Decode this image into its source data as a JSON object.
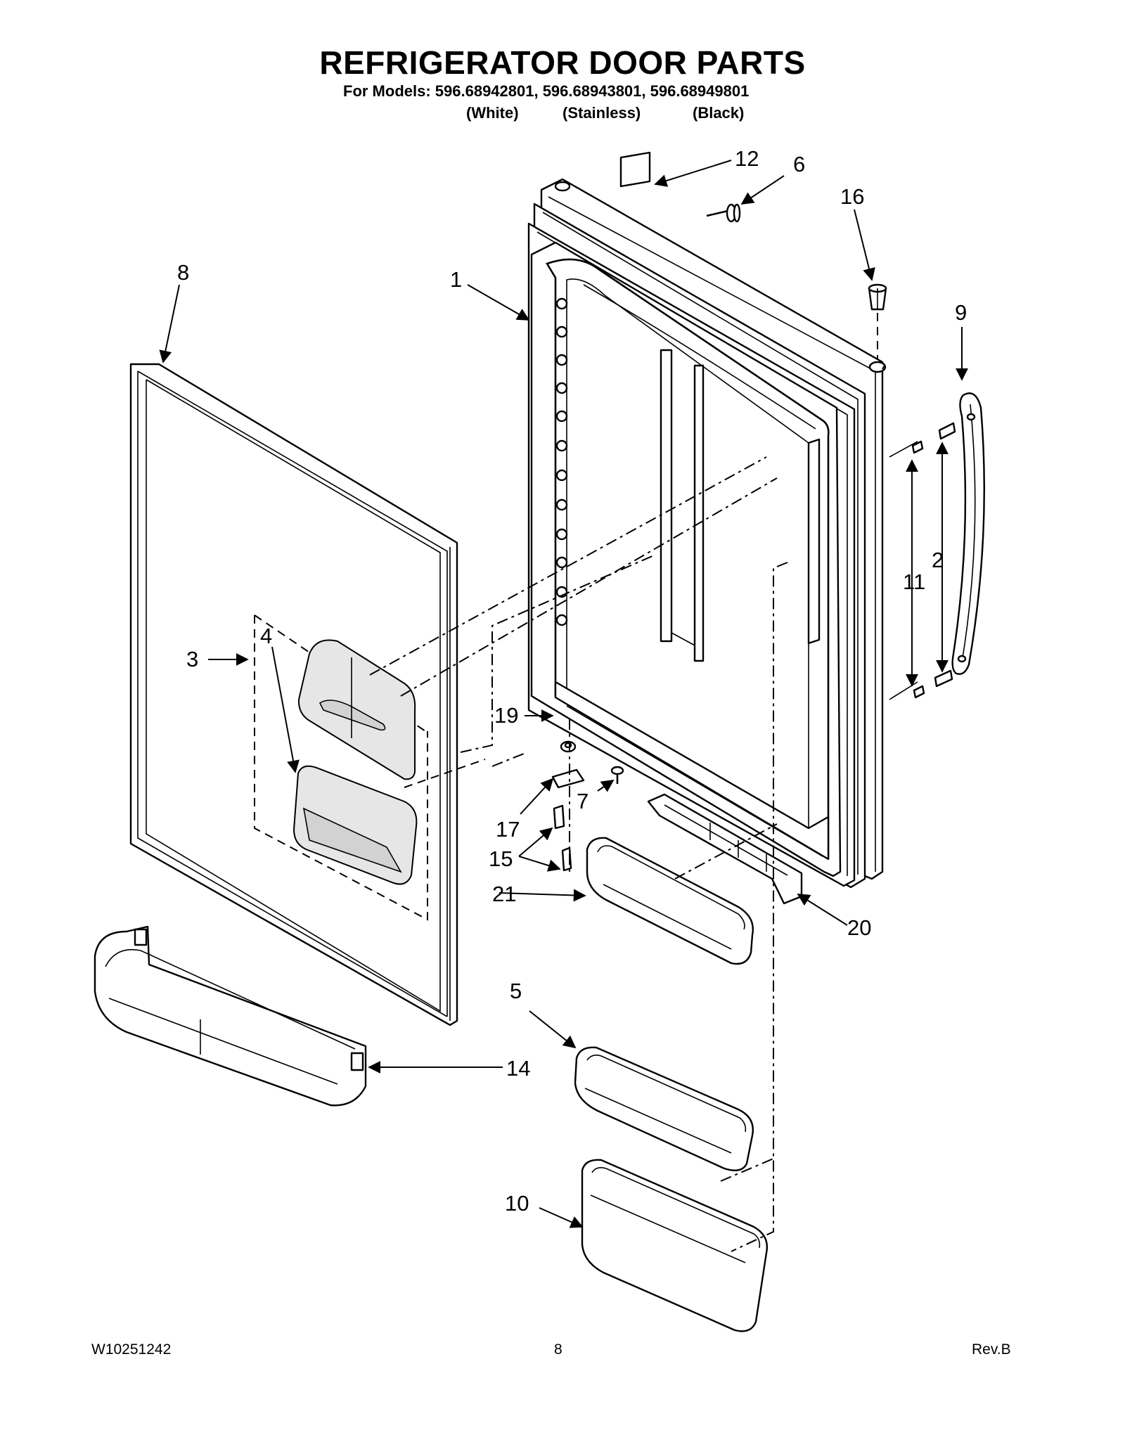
{
  "header": {
    "title": "REFRIGERATOR DOOR PARTS",
    "models_line": "For Models: 596.68942801, 596.68943801, 596.68949801",
    "finishes": [
      "(White)",
      "(Stainless)",
      "(Black)"
    ]
  },
  "callouts": {
    "c1": "1",
    "c2": "2",
    "c3": "3",
    "c4": "4",
    "c5": "5",
    "c6": "6",
    "c7": "7",
    "c8": "8",
    "c9": "9",
    "c10": "10",
    "c11": "11",
    "c12": "12",
    "c14": "14",
    "c15": "15",
    "c16": "16",
    "c17": "17",
    "c19": "19",
    "c20": "20",
    "c21": "21"
  },
  "footer": {
    "doc_number": "W10251242",
    "page_number": "8",
    "revision": "Rev.B"
  }
}
